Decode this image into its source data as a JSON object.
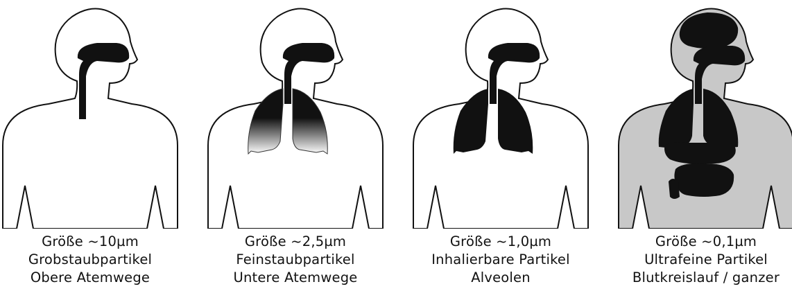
{
  "panels": [
    {
      "size": "Größe ~10µm",
      "type": "Grobstaubpartikel",
      "region": "Obere Atemwege"
    },
    {
      "size": "Größe ~2,5µm",
      "type": "Feinstaubpartikel",
      "region": "Untere Atemwege"
    },
    {
      "size": "Größe ~1,0µm",
      "type": "Inhalierbare Partikel",
      "region": "Alveolen"
    },
    {
      "size": "Größe ~0,1µm",
      "type": "Ultrafeine Partikel",
      "region": "Blutkreislauf / ganzer"
    }
  ],
  "colors": {
    "outline": "#111111",
    "organ": "#111111",
    "body_fill_default": "#ffffff",
    "body_fill_systemic": "#c8c8c8"
  }
}
